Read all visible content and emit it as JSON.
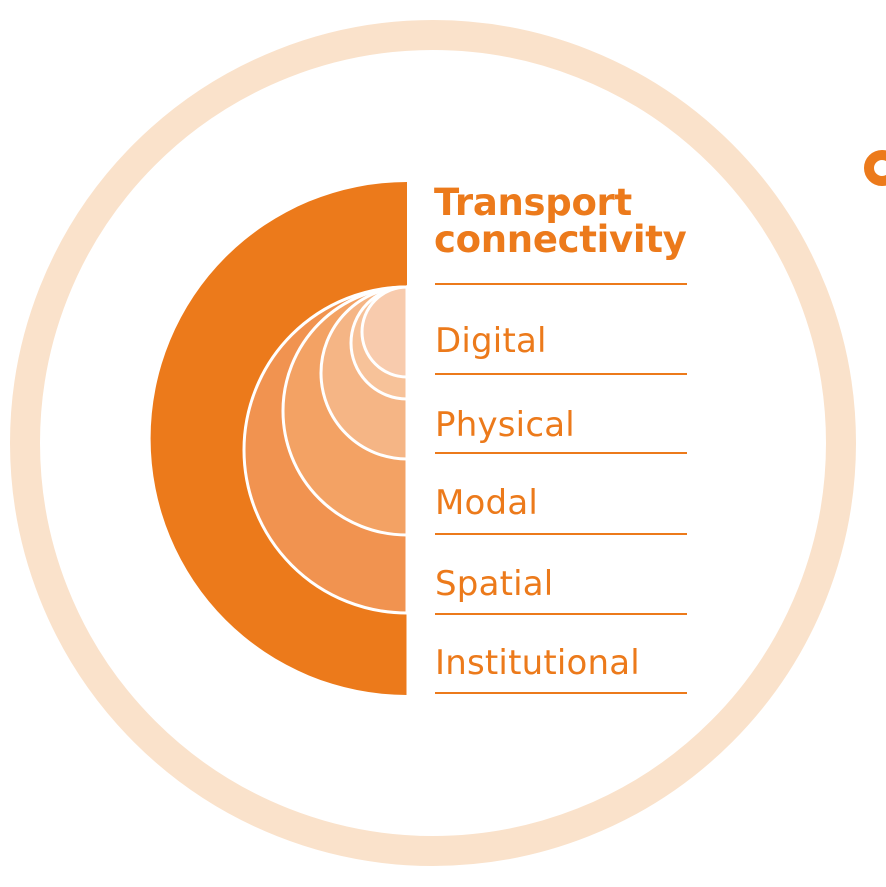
{
  "title_lines": [
    "Transport",
    "connectivity"
  ],
  "levels": [
    "Digital",
    "Physical",
    "Modal",
    "Spatial",
    "Institutional"
  ],
  "colors": {
    "ring": "#fae2cb",
    "accent": "#ec7a1b",
    "level_shades": [
      "#f8cbad",
      "#f5b585",
      "#f3a264",
      "#f19350"
    ]
  }
}
